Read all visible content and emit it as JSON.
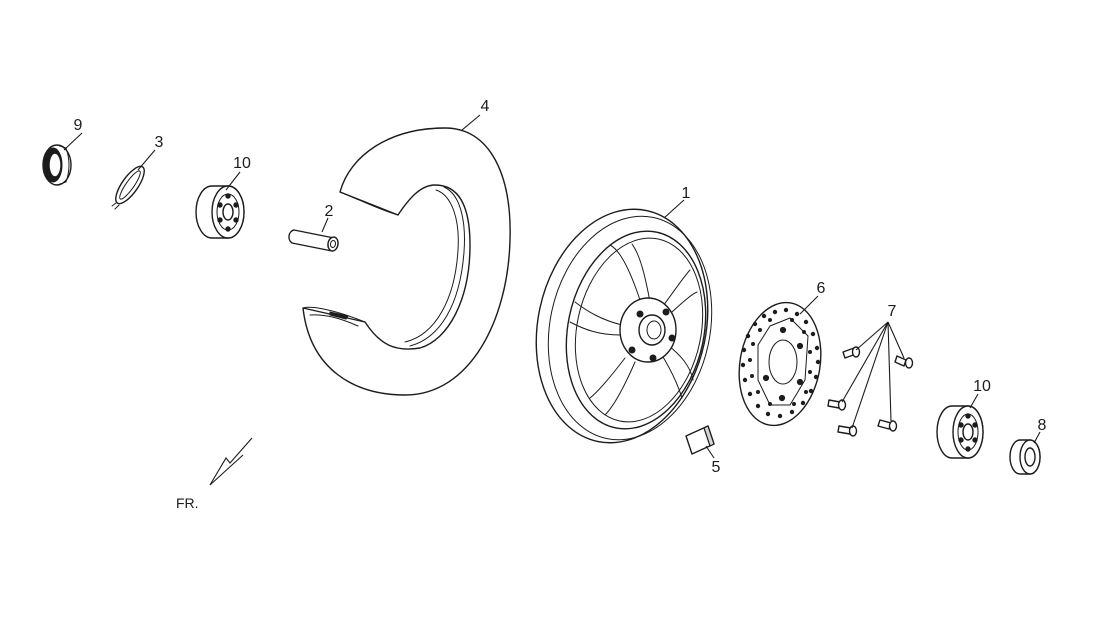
{
  "callouts": {
    "c1": "1",
    "c2": "2",
    "c3": "3",
    "c4": "4",
    "c5": "5",
    "c6": "6",
    "c7": "7",
    "c8": "8",
    "c9": "9",
    "c10a": "10",
    "c10b": "10"
  },
  "direction_label": "FR.",
  "colors": {
    "line": "#1c1c1c",
    "background": "#ffffff"
  }
}
